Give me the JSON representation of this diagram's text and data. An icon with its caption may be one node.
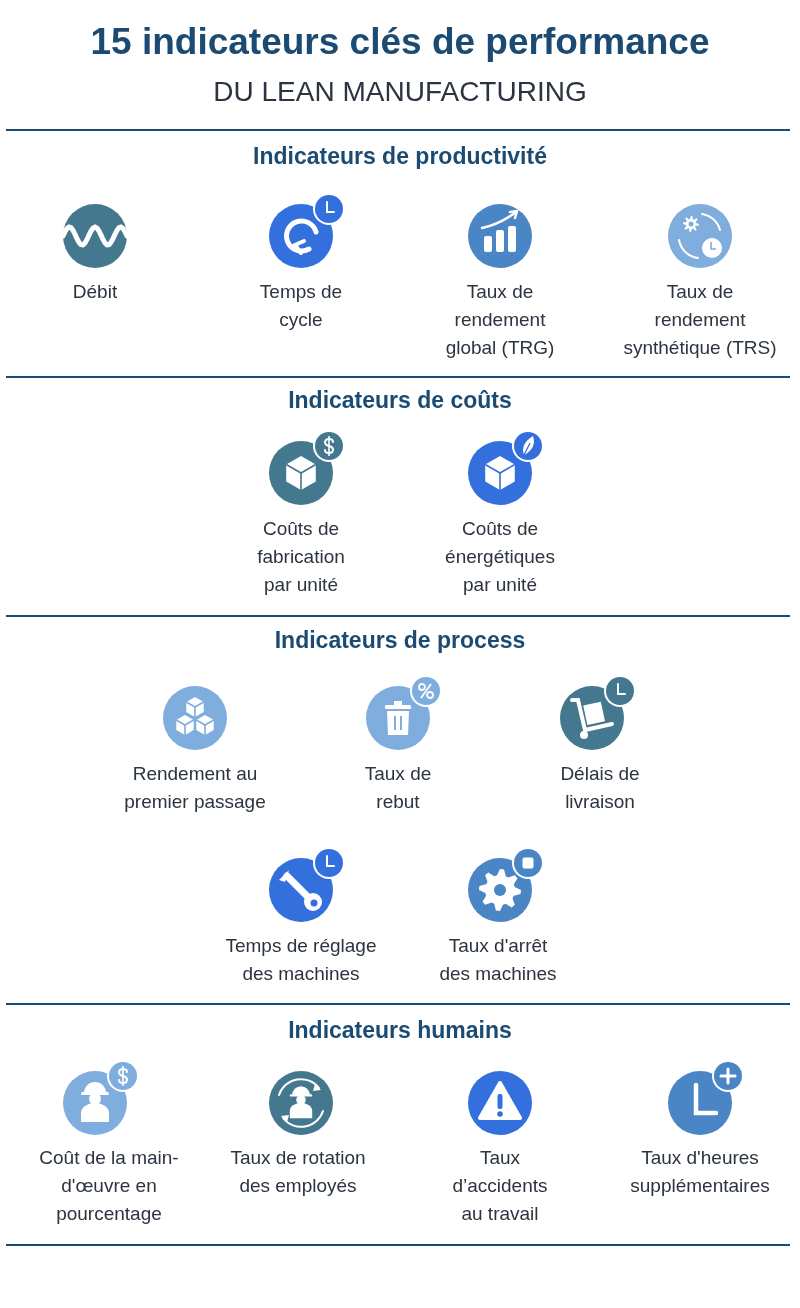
{
  "diagram": {
    "title": "15 indicateurs clés de performance",
    "labels": [
      "DU LEAN MANUFACTURING",
      "Indicateurs de productivité",
      "Débit",
      "Temps de cycle",
      "Taux de rendement global (TRG)",
      "Taux de rendement synthétique (TRS)",
      "Indicateurs de coûts",
      "Coûts de fabrication par unité",
      "Coûts de énergétiques par unité",
      "Indicateurs de process",
      "Rendement au premier passage",
      "Taux de rebut",
      "Délais de livraison",
      "Temps de réglage des machines",
      "Taux d'arrêt des machines",
      "Indicateurs humains",
      "Coût de la main-d'œuvre en pourcentage",
      "Taux de rotation des employés",
      "Taux d’accidents au travail",
      "Taux d'heures supplémentaires"
    ]
  }
}
